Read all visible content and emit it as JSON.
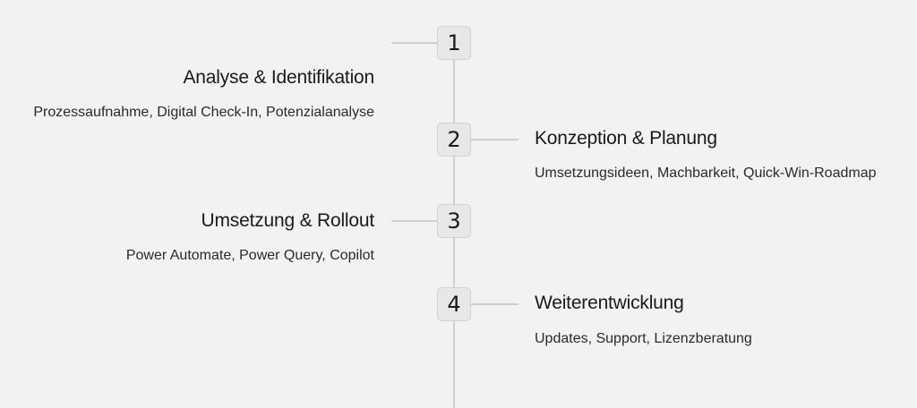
{
  "steps": [
    {
      "number": "1",
      "title": "Analyse & Identifikation",
      "description": "Prozessaufnahme, Digital Check-In, Potenzialanalyse",
      "side": "left"
    },
    {
      "number": "2",
      "title": "Konzeption & Planung",
      "description": "Umsetzungsideen, Machbarkeit, Quick-Win-Roadmap",
      "side": "right"
    },
    {
      "number": "3",
      "title": "Umsetzung & Rollout",
      "description": "Power Automate, Power Query, Copilot",
      "side": "left"
    },
    {
      "number": "4",
      "title": "Weiterentwicklung",
      "description": "Updates, Support, Lizenzberatung",
      "side": "right"
    }
  ],
  "colors": {
    "background": "#f2f2f2",
    "line": "#cfcfcf",
    "marker_fill": "#e7e7e7",
    "text": "#1a1a1a"
  }
}
